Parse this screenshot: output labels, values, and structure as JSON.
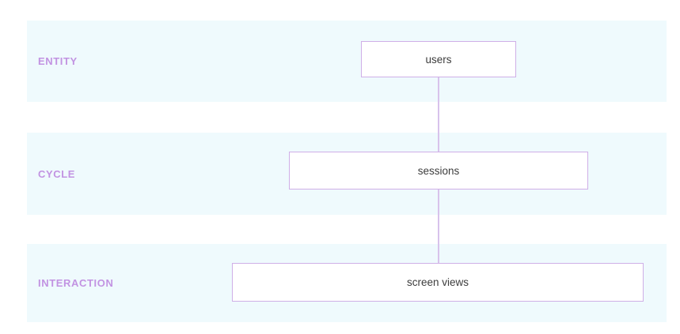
{
  "colors": {
    "page_bg": "#ffffff",
    "band_bg": "#effafd",
    "label_text": "#c293e2",
    "box_bg": "#ffffff",
    "box_border": "#cfafe7",
    "box_text": "#3c3c3c",
    "connector": "#d8c2ec"
  },
  "diagram": {
    "rows": [
      {
        "label": "ENTITY",
        "node": "users"
      },
      {
        "label": "CYCLE",
        "node": "sessions"
      },
      {
        "label": "INTERACTION",
        "node": "screen views"
      }
    ],
    "connections": [
      {
        "from": "users",
        "to": "sessions"
      },
      {
        "from": "sessions",
        "to": "screen views"
      }
    ]
  }
}
